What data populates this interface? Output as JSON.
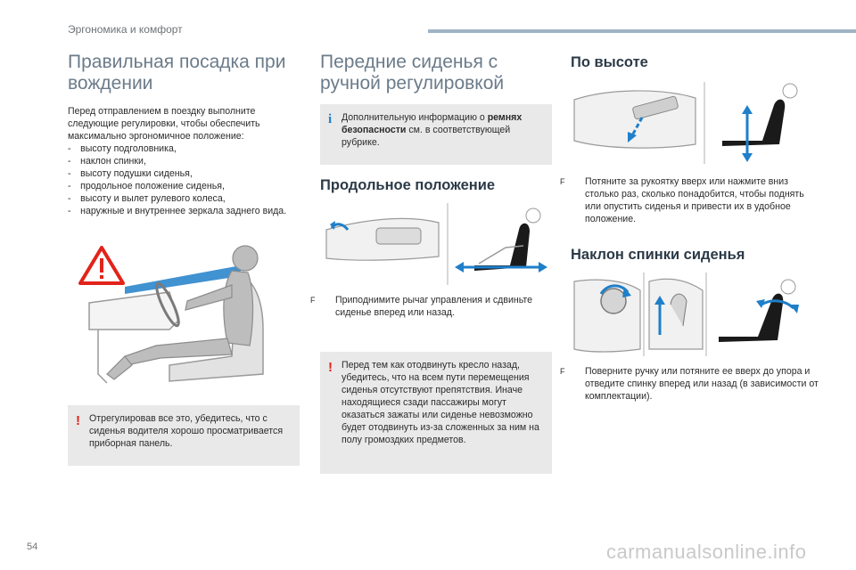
{
  "header": {
    "section": "Эргономика и комфорт"
  },
  "col1": {
    "title": "Правильная посадка при вождении",
    "intro": "Перед отправлением в поездку выполните следующие регулировки, чтобы обеспечить максимально эргономичное положение:",
    "list": [
      "- высоту подголовника,",
      "- наклон спинки,",
      "- высоту подушки сиденья,",
      "- продольное положение сиденья,",
      "- высоту и вылет рулевого колеса,",
      "- наружные и внутреннее зеркала заднего вида."
    ],
    "note_mark": "!",
    "note": "Отрегулировав все это, убедитесь, что с сиденья водителя хорошо просматривается приборная панель."
  },
  "col2": {
    "title": "Передние сиденья с ручной регулировкой",
    "info_mark": "i",
    "info_prefix": "Дополнительную информацию о ",
    "info_bold": "ремнях безопасности",
    "info_suffix": " см. в соответствующей рубрике.",
    "sub1": "Продольное положение",
    "bullet_symbol": "F",
    "step1": "Приподнимите рычаг управления и сдвиньте сиденье вперед или назад.",
    "warn_mark": "!",
    "warn": "Перед тем как отодвинуть кресло назад, убедитесь, что на всем пути перемещения сиденья отсутствуют препятствия. Иначе находящиеся сзади пассажиры могут оказаться зажаты или сиденье невозможно будет отодвинуть из-за сложенных за ним на полу громоздких предметов."
  },
  "col3": {
    "sub1": "По высоте",
    "step1": "Потяните за рукоятку вверх или нажмите вниз столько раз, сколько понадобится, чтобы поднять или опустить сиденья и привести их в удобное положение.",
    "sub2": "Наклон спинки сиденья",
    "step2": "Поверните ручку или потяните ее вверх до упора и отведите спинку вперед или назад (в зависимости от комплектации)."
  },
  "footer": {
    "page": "54",
    "watermark": "carmanualsonline.info"
  },
  "colors": {
    "accent": "#1f7fc9",
    "warning": "#e2231a",
    "title": "#6b7b8a",
    "note_bg": "#e9e9e9"
  }
}
